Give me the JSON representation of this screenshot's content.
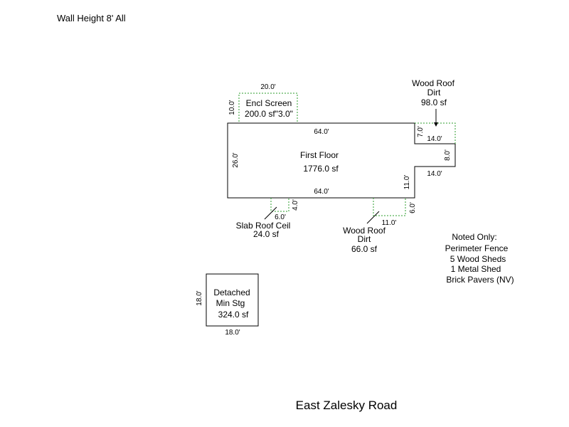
{
  "header": {
    "wall_height": "Wall Height 8' All"
  },
  "encl_screen": {
    "name": "Encl Screen",
    "area": "200.0 sf\"3.0\"",
    "width_dim": "20.0'",
    "depth_dim": "10.0'"
  },
  "first_floor": {
    "name": "First Floor",
    "area": "1776.0 sf",
    "top_dim": "64.0'",
    "bottom_dim": "64.0'",
    "left_dim": "26.0'",
    "notch_top_dim": "14.0'",
    "notch_side_dim": "8.0'",
    "notch_bottom_dim": "14.0'",
    "right_lower_dim": "11.0'"
  },
  "wood_roof_top": {
    "line1": "Wood Roof",
    "line2": "Dirt",
    "area": "98.0 sf",
    "depth_dim": "7.0'"
  },
  "slab_roof": {
    "name": "Slab Roof Ceil",
    "area": "24.0 sf",
    "width_dim": "6.0'",
    "depth_dim": "4.0'"
  },
  "wood_roof_bottom": {
    "line1": "Wood Roof",
    "line2": "Dirt",
    "area": "66.0 sf",
    "width_dim": "11.0'",
    "depth_dim": "6.0'"
  },
  "detached": {
    "line1": "Detached",
    "line2": "Min Stg",
    "area": "324.0 sf",
    "width_dim": "18.0'",
    "depth_dim": "18.0'"
  },
  "notes": {
    "title": "Noted Only:",
    "items": [
      "Perimeter Fence",
      "5 Wood Sheds",
      "1 Metal Shed",
      "Brick Pavers (NV)"
    ]
  },
  "road": {
    "name": "East Zalesky Road"
  },
  "colors": {
    "outline": "#000000",
    "dashed_area": "#2e9e2e"
  }
}
